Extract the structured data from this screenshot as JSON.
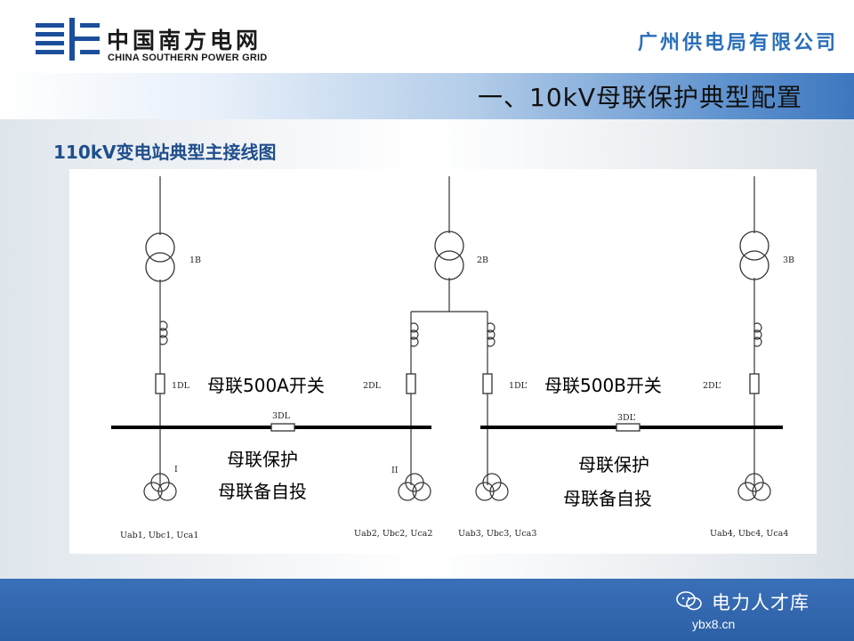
{
  "header": {
    "logo_cn": "中国南方电网",
    "logo_en": "CHINA SOUTHERN POWER GRID",
    "company": "广州供电局有限公司"
  },
  "banner": {
    "title": "一、10kV母联保护典型配置"
  },
  "subtitle": "110kV变电站典型主接线图",
  "diagram": {
    "transformers": [
      {
        "id": "t1",
        "label": "1B"
      },
      {
        "id": "t2",
        "label": "2B"
      },
      {
        "id": "t3",
        "label": "3B"
      }
    ],
    "breakers": [
      {
        "id": "b1",
        "label": "1DL"
      },
      {
        "id": "b2",
        "label": "2DL"
      },
      {
        "id": "b3",
        "label": "1DL’"
      },
      {
        "id": "b4",
        "label": "2DL’"
      }
    ],
    "bus_couplers": [
      {
        "id": "c1",
        "label": "3DL",
        "caption": "母联500A开关"
      },
      {
        "id": "c2",
        "label": "3DL’",
        "caption": "母联500B开关"
      }
    ],
    "bus_sections": [
      {
        "id": "s1",
        "label": "I"
      },
      {
        "id": "s2",
        "label": "II"
      }
    ],
    "pt_labels": [
      "Uab1, Ubc1, Uca1",
      "Uab2, Ubc2, Uca2",
      "Uab3, Ubc3, Uca3",
      "Uab4, Ubc4, Uca4"
    ],
    "notes": [
      {
        "line1": "母联保护",
        "line2": "母联备自投"
      },
      {
        "line1": "母联保护",
        "line2": "母联备自投"
      }
    ]
  },
  "footer": {
    "watermark": "电力人才库",
    "site": "ybx8.cn"
  },
  "colors": {
    "brand_blue": "#2a6fb8",
    "footer_blue": "#2c5fa6",
    "title_blue": "#1f4e8c"
  }
}
